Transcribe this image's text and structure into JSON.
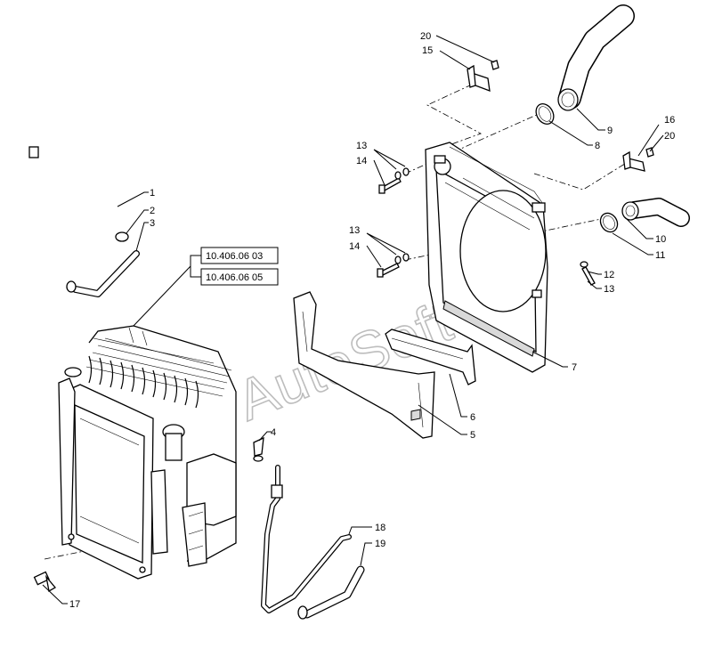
{
  "watermark": "AutoSoft",
  "references": [
    "10.406.06 03",
    "10.406.06 05"
  ],
  "callouts": {
    "c1": "1",
    "c2": "2",
    "c3": "3",
    "c4": "4",
    "c5": "5",
    "c6": "6",
    "c7": "7",
    "c8": "8",
    "c9": "9",
    "c10": "10",
    "c11": "11",
    "c12": "12",
    "c13a": "13",
    "c13b": "13",
    "c13c": "13",
    "c14a": "14",
    "c14b": "14",
    "c15": "15",
    "c16": "16",
    "c17": "17",
    "c18": "18",
    "c19": "19",
    "c20a": "20",
    "c20b": "20"
  }
}
